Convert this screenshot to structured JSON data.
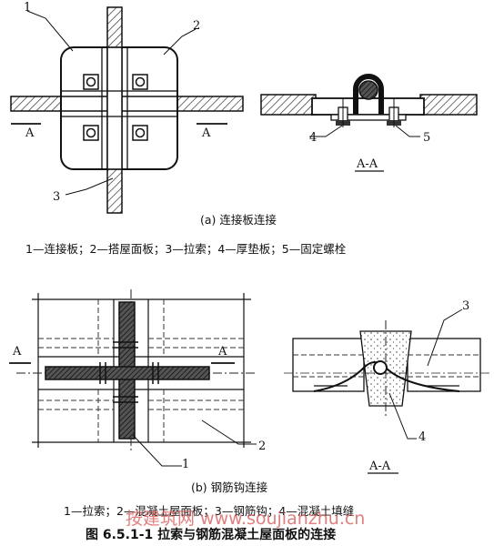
{
  "part_a": {
    "caption": "(a) 连接板连接",
    "legend": "1—连接板；2—搭屋面板；3—拉索；4—厚垫板；5—固定螺栓",
    "plan_labels": {
      "n1": "1",
      "n2": "2",
      "n3": "3",
      "secA_left": "A",
      "secA_right": "A"
    },
    "section_labels": {
      "n4": "4",
      "n5": "5",
      "section_title": "A-A"
    }
  },
  "part_b": {
    "caption": "(b) 钢筋钩连接",
    "legend": "1—拉索；2—混凝土屋面板；3—钢筋钩；4—混凝土填缝",
    "plan_labels": {
      "n1": "1",
      "n2": "2",
      "secA_left": "A",
      "secA_right": "A"
    },
    "section_labels": {
      "n3": "3",
      "n4": "4",
      "section_title": "A-A"
    }
  },
  "figure_title": "图 6.5.1-1   拉索与钢筋混凝土屋面板的连接",
  "watermark": "按建筑网 www.soujianzhu.cn"
}
